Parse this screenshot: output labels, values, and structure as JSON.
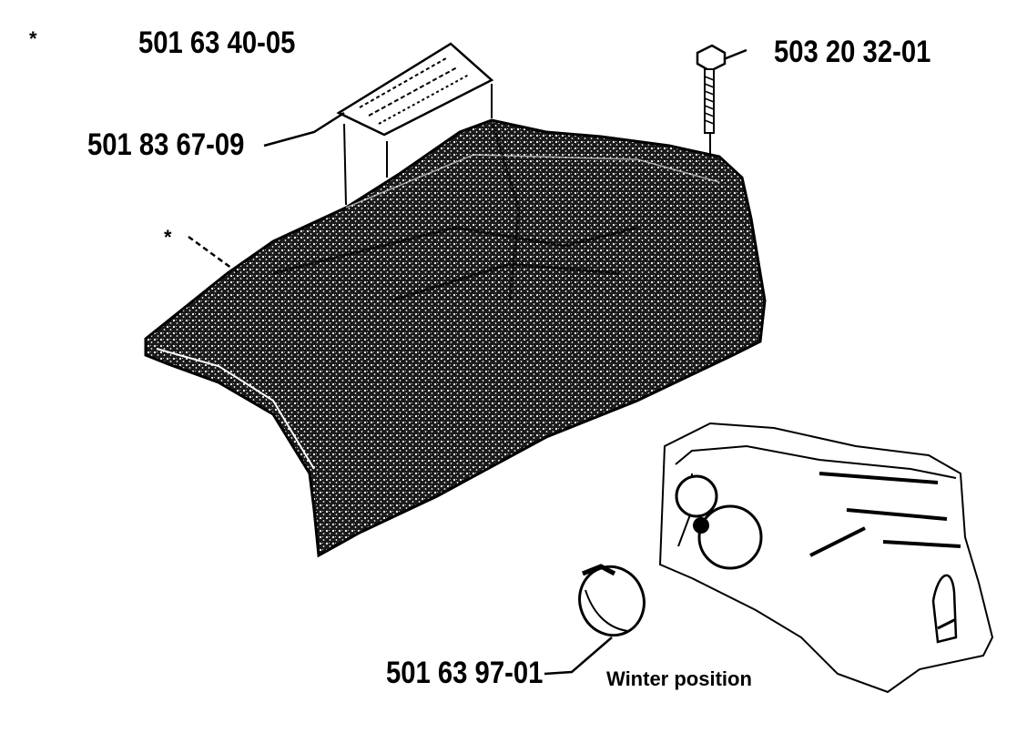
{
  "labels": {
    "top_kit": "501 63 40-05",
    "top_kit_marker": "*",
    "decal": "501 83 67-09",
    "screw": "503 20 32-01",
    "cover_marker": "*",
    "winter_plate": "501 63 97-01"
  },
  "caption": "Winter position",
  "colors": {
    "ink": "#000000",
    "paper": "#ffffff",
    "mesh": "#2a2a2a"
  },
  "icons": [
    "cylinder-cover-icon",
    "decal-plate-icon",
    "screw-icon",
    "winter-plate-icon",
    "engine-housing-icon"
  ]
}
